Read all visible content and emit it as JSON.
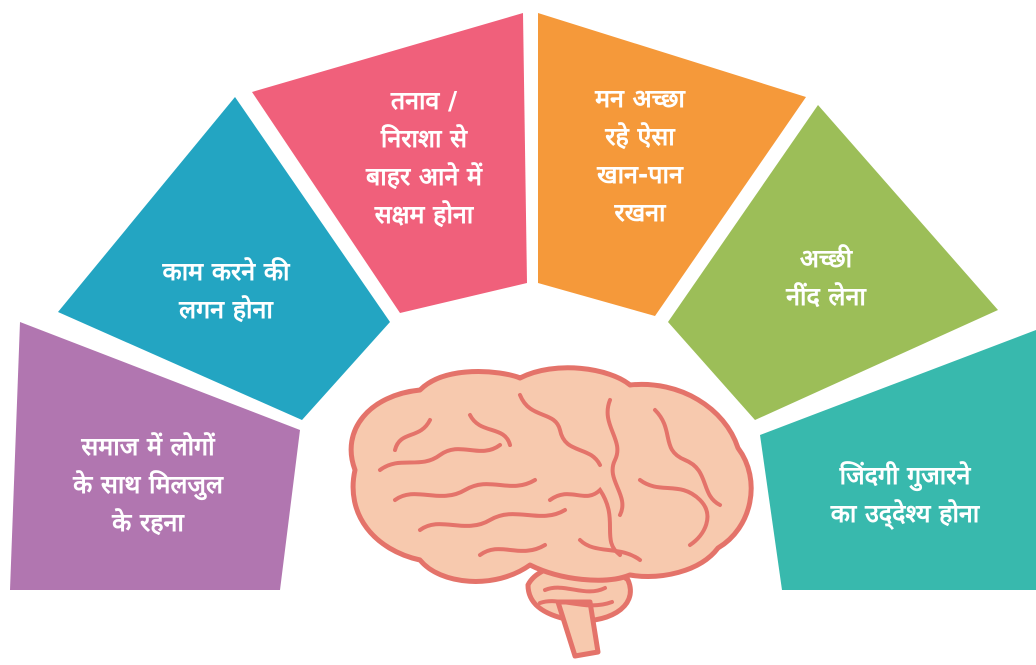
{
  "segments": [
    {
      "id": "social",
      "color": "#B176B0",
      "lines": [
        "समाज में लोगों",
        "के साथ मिलजुल",
        "के रहना"
      ]
    },
    {
      "id": "work",
      "color": "#23A5C2",
      "lines": [
        "काम करने की",
        "लगन होना"
      ]
    },
    {
      "id": "stress",
      "color": "#F0607B",
      "lines": [
        "तनाव /",
        "निराशा से",
        "बाहर आने में",
        "सक्षम होना"
      ]
    },
    {
      "id": "diet",
      "color": "#F5993A",
      "lines": [
        "मन अच्छा",
        "रहे ऐसा",
        "खान-पान",
        "रखना"
      ]
    },
    {
      "id": "sleep",
      "color": "#9CBE58",
      "lines": [
        "अच्छी",
        "नींद लेना"
      ]
    },
    {
      "id": "purpose",
      "color": "#38B9AD",
      "lines": [
        "जिंदगी गुजारने",
        "का उद्‌देश्य होना"
      ]
    }
  ],
  "brain": {
    "fill": "#F7C9AE",
    "outline": "#E4736A"
  }
}
